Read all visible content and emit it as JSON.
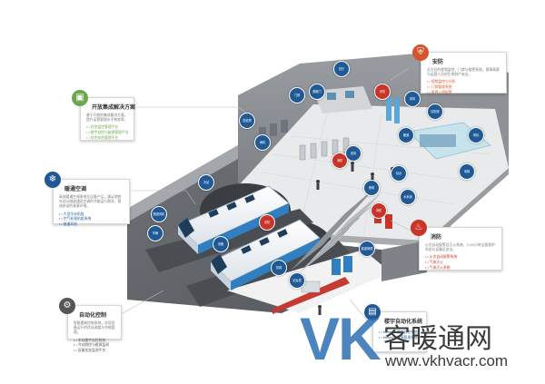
{
  "callouts": {
    "office": {
      "title": "开放集成解决方案",
      "desc": "基于开放的集成解决方案，提升运营管理水平和效率。",
      "items": [
        "• 综合监控管理平台",
        "• 楼宇自控与能源管理平台",
        "• 综合安防管理平台"
      ],
      "accent": "#6aa84f"
    },
    "hvac": {
      "title": "暖通空调",
      "desc": "高效暖通空调系统及设备产品，满足地铁车站与隧道通风空调的节能运行需求，营造舒适的乘客环境。",
      "items": [
        "• 大型冷水机组",
        "• 空气处理机组系统",
        "• 隧道风机"
      ],
      "accent": "#1f5a96"
    },
    "security": {
      "title": "安防",
      "desc": "全方位的视频监控、门禁与报警系统，保障乘客与运营人员的生命财产安全。",
      "items": [
        "• 视频监控与分析",
        "• 门禁管理系统",
        "• 周界入侵报警"
      ],
      "accent": "#d4552b"
    },
    "fire": {
      "title": "消防",
      "desc": "火灾自动报警及灭火系统，7×24小时全面保护车站与设备区安全。",
      "items": [
        "• 火灾自动报警系统",
        "• 气体灭火",
        "• 气体灭火系统"
      ],
      "accent": "#c9342a"
    },
    "automation": {
      "title": "自动化控制",
      "desc": "智能建筑控制系统，实现设备运行的优化调度与节能管理。",
      "items": [
        "• 车站楼宇自控系统",
        "• 冷站群控与能源监测",
        "• 设备状态监测平台"
      ],
      "accent": "#555555"
    },
    "platform": {
      "title": "楼宇自动化系统",
      "items": [
        "• Metasys 楼宇自控系统",
        "• Metasys 能源管理系统"
      ],
      "accent": "#1f5a96"
    }
  },
  "badges": [
    "站厅",
    "安防",
    "门禁",
    "售检票",
    "控制室",
    "闸机",
    "消防",
    "屏蔽门",
    "站台",
    "电梯",
    "暖通",
    "风机",
    "照明",
    "水系统",
    "隧道风机",
    "车辆",
    "冷站",
    "设备",
    "扶梯",
    "站台层",
    "消防",
    "安防",
    "能源管理",
    "送风",
    "排风"
  ],
  "watermark": {
    "logo_v": "V",
    "logo_k": "K",
    "cn": "客暖通网",
    "url": "www.vkhvacr.com"
  }
}
